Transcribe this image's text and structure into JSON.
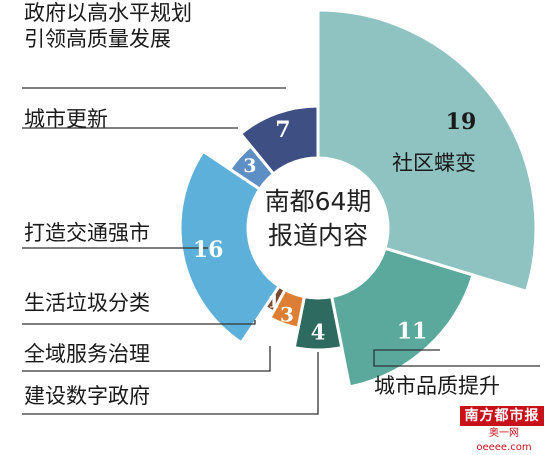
{
  "chart_data": {
    "type": "pie",
    "variant": "variable-radius-donut",
    "center_title": [
      "南都64期",
      "报道内容"
    ],
    "slices": [
      {
        "label": "社区蝶变",
        "value": 19,
        "color": "#8fc3c2"
      },
      {
        "label": "城市品质提升",
        "value": 11,
        "color": "#5aa99c"
      },
      {
        "label": "建设数字政府",
        "value": 4,
        "color": "#2e6a60"
      },
      {
        "label": "全域服务治理",
        "value": 3,
        "color": "#dc7e34"
      },
      {
        "label": "生活垃圾分类",
        "value": 1,
        "color": "#7b4a30"
      },
      {
        "label": "打造交通强市",
        "value": 16,
        "color": "#5db0d9"
      },
      {
        "label": "城市更新",
        "value": 3,
        "color": "#5d8fc4"
      },
      {
        "label": "政府以高水平规划引领高质量发展",
        "value": 7,
        "color": "#3e4f84"
      }
    ],
    "category_label_lines": {
      "政府以高水平规划引领高质量发展": [
        "政府以高水平规划",
        "引领高质量发展"
      ]
    }
  },
  "logo": {
    "main": "南方都市报",
    "sub": "奥一网oeeee.com"
  }
}
